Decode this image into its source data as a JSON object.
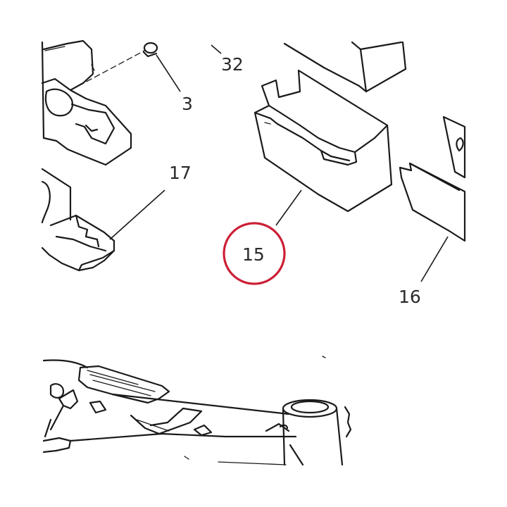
{
  "callouts": {
    "c32": "32",
    "c3": "3",
    "c17": "17",
    "c15": "15",
    "c16": "16"
  },
  "highlight": {
    "target": "15",
    "color": "#cc1f36"
  }
}
